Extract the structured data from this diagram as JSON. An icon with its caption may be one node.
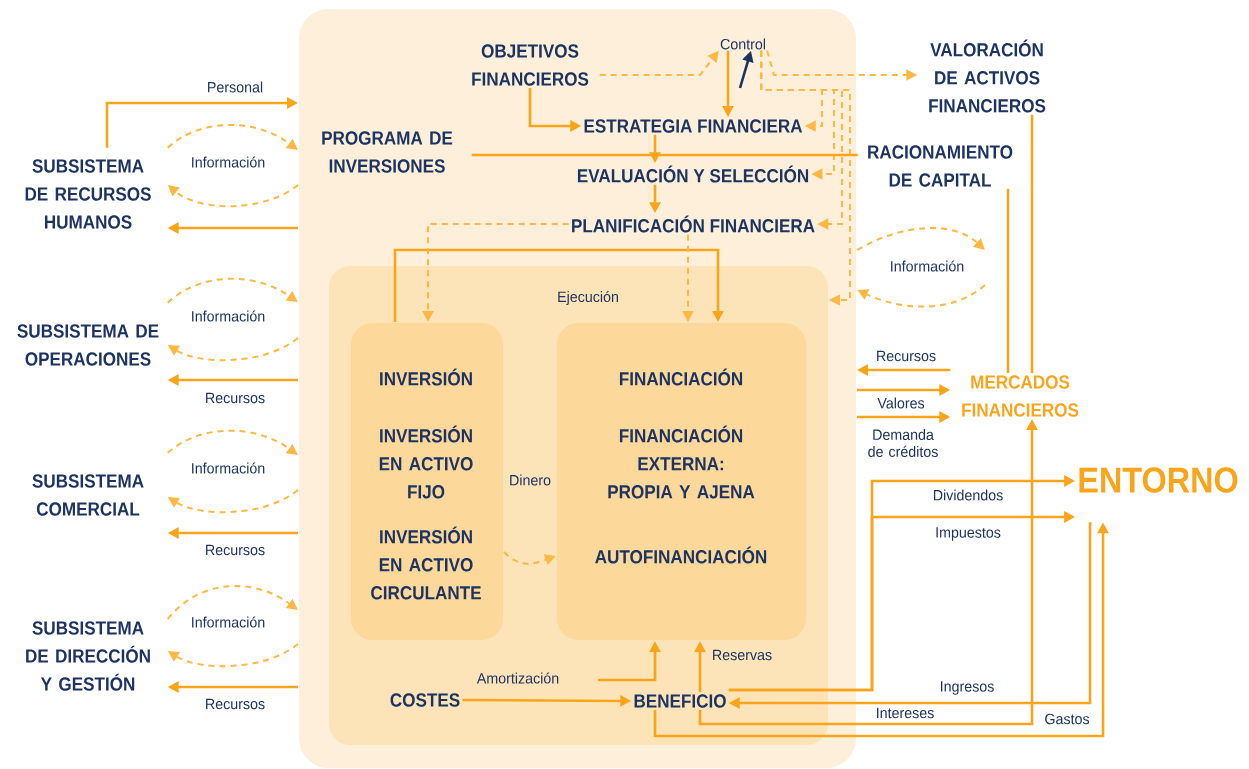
{
  "diagram": {
    "nodes": [
      {
        "text": [],
        "shape": "box"
      },
      {
        "text": [
          "OBJETIVOS FINANCIEROS"
        ],
        "in": 0
      },
      {
        "text": [
          "Control"
        ],
        "in": 0
      },
      {
        "text": [
          "ESTRATEGIA FINANCIERA"
        ],
        "in": 0
      },
      {
        "text": [
          "PROGRAMA DE INVERSIONES"
        ],
        "in": 0
      },
      {
        "text": [
          "EVALUACIÓN Y SELECCIÓN"
        ],
        "in": 0
      },
      {
        "text": [
          "PLANIFICACIÓN FINANCIERA"
        ],
        "in": 0
      },
      {
        "text": [
          "Ejecución"
        ],
        "in": 0
      },
      {
        "text": [
          "INVERSIÓN",
          "INVERSIÓN EN ACTIVO FIJO",
          "INVERSIÓN EN ACTIVO CIRCULANTE"
        ],
        "in": 7
      },
      {
        "text": [
          "FINANCIACIÓN",
          "FINANCIACIÓN EXTERNA: PROPIA Y AJENA",
          "AUTOFINANCIACIÓN"
        ],
        "in": 7
      },
      {
        "text": [
          "COSTES"
        ],
        "in": 7
      },
      {
        "text": [
          "BENEFICIO"
        ],
        "in": 7
      },
      {
        "text": [
          "VALORACIÓN DE ACTIVOS FINANCIEROS"
        ]
      },
      {
        "text": [
          "RACIONAMIENTO DE CAPITAL"
        ]
      },
      {
        "text": [
          "MERCADOS FINANCIEROS"
        ]
      },
      {
        "text": [
          "ENTORNO"
        ]
      },
      {
        "text": [
          "SUBSISTEMA DE RECURSOS HUMANOS"
        ]
      },
      {
        "text": [
          "SUBSISTEMA DE OPERACIONES"
        ]
      },
      {
        "text": [
          "SUBSISTEMA COMERCIAL"
        ]
      },
      {
        "text": [
          "SUBSISTEMA DE DIRECCIÓN Y GESTIÓN"
        ]
      }
    ],
    "edges": [
      {
        "from": 1,
        "to": 3,
        "arrow": "to"
      },
      {
        "from": 1,
        "to": 2,
        "arrow": "to",
        "style": "dashed"
      },
      {
        "from": null,
        "to": 2,
        "arrow": "to",
        "color": "#1d3461"
      },
      {
        "from": 2,
        "to": 3,
        "arrow": "to"
      },
      {
        "from": 2,
        "to": 12,
        "arrow": "to",
        "style": "dashed"
      },
      {
        "from": 2,
        "to": 3,
        "arrow": "to",
        "style": "dashed"
      },
      {
        "from": 2,
        "to": 5,
        "arrow": "to",
        "style": "dashed"
      },
      {
        "from": 2,
        "to": 6,
        "arrow": "to",
        "style": "dashed"
      },
      {
        "from": 2,
        "to": 7,
        "arrow": "to",
        "style": "dashed"
      },
      {
        "from": 4,
        "to": 13,
        "arrow": "none"
      },
      {
        "from": 3,
        "to": 5,
        "arrow": "to"
      },
      {
        "from": 5,
        "to": 6,
        "arrow": "to"
      },
      {
        "from": 8,
        "to": 9,
        "arrow": "to"
      },
      {
        "from": 6,
        "to": 8,
        "arrow": "to",
        "style": "dashed"
      },
      {
        "from": 6,
        "to": 9,
        "arrow": "to",
        "style": "dashed"
      },
      {
        "from": 8,
        "to": 9,
        "arrow": "to",
        "style": "dashed",
        "label": "Dinero"
      },
      {
        "from": null,
        "to": 9,
        "arrow": "to",
        "label": "Amortización"
      },
      {
        "from": 10,
        "to": 11,
        "arrow": "to"
      },
      {
        "from": 11,
        "to": 9,
        "arrow": "to",
        "label": "Reservas"
      },
      {
        "from": 11,
        "to": 15,
        "arrow": "to",
        "label": "Dividendos"
      },
      {
        "from": 11,
        "to": 15,
        "arrow": "to",
        "label": "Impuestos"
      },
      {
        "from": 15,
        "to": 11,
        "arrow": "to",
        "label": "Ingresos"
      },
      {
        "from": 11,
        "to": 14,
        "arrow": "to",
        "label": "Intereses"
      },
      {
        "from": 11,
        "to": 15,
        "arrow": "to",
        "label": "Gastos"
      },
      {
        "from": 14,
        "to": 0,
        "arrow": "to",
        "label": "Recursos"
      },
      {
        "from": 0,
        "to": 14,
        "arrow": "to",
        "label": "Valores"
      },
      {
        "from": 0,
        "to": 14,
        "arrow": "to",
        "label": "Demanda de créditos"
      },
      {
        "from": 13,
        "to": 14,
        "arrow": "none"
      },
      {
        "from": 12,
        "to": 14,
        "arrow": "none"
      },
      {
        "from": 0,
        "to": null,
        "arrow": "to",
        "style": "dashed",
        "label": "Información"
      },
      {
        "from": null,
        "to": 0,
        "arrow": "to",
        "style": "dashed"
      },
      {
        "from": 16,
        "to": 0,
        "arrow": "to",
        "label": "Personal"
      },
      {
        "from": 16,
        "to": 0,
        "arrow": "to",
        "style": "dashed",
        "label": "Información"
      },
      {
        "from": 0,
        "to": 16,
        "arrow": "to",
        "style": "dashed"
      },
      {
        "from": 0,
        "to": 16,
        "arrow": "to"
      },
      {
        "from": 17,
        "to": 0,
        "arrow": "to",
        "style": "dashed",
        "label": "Información"
      },
      {
        "from": 0,
        "to": 17,
        "arrow": "to",
        "style": "dashed"
      },
      {
        "from": 0,
        "to": 17,
        "arrow": "to",
        "label": "Recursos"
      },
      {
        "from": 18,
        "to": 0,
        "arrow": "to",
        "style": "dashed",
        "label": "Información"
      },
      {
        "from": 0,
        "to": 18,
        "arrow": "to",
        "style": "dashed"
      },
      {
        "from": 0,
        "to": 18,
        "arrow": "to",
        "label": "Recursos"
      },
      {
        "from": 19,
        "to": 0,
        "arrow": "to",
        "style": "dashed",
        "label": "Información"
      },
      {
        "from": 0,
        "to": 19,
        "arrow": "to",
        "style": "dashed"
      },
      {
        "from": 0,
        "to": 19,
        "arrow": "to",
        "label": "Recursos"
      }
    ]
  }
}
